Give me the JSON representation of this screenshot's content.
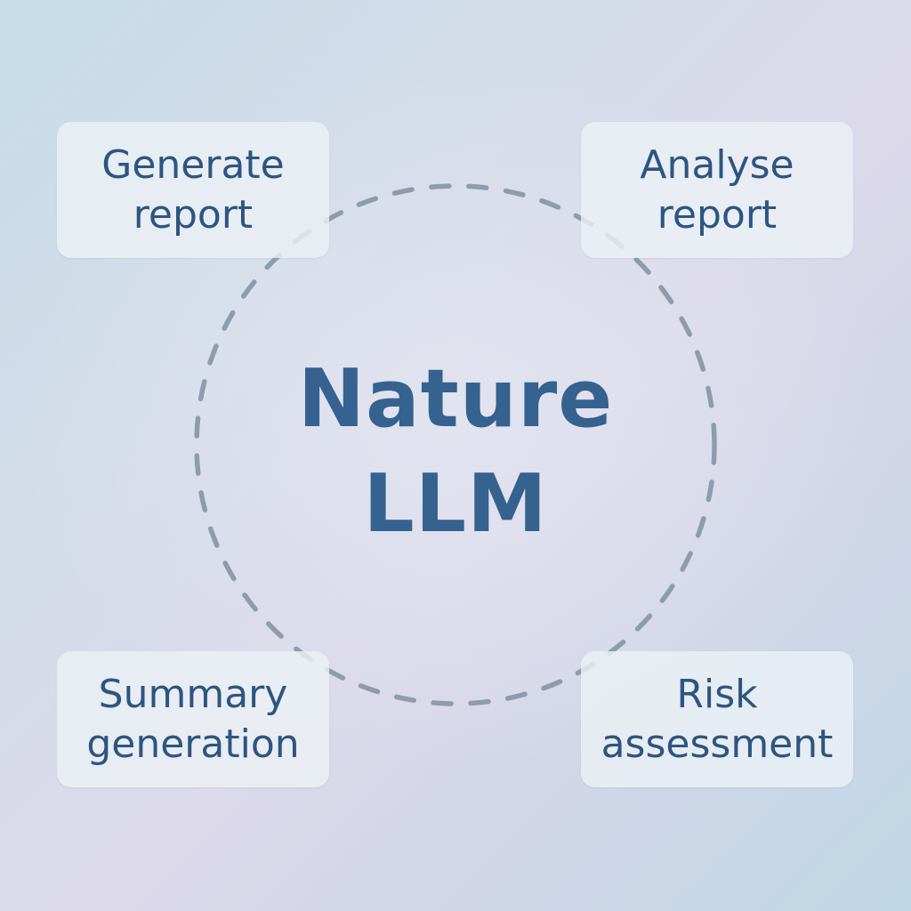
{
  "center": {
    "line1": "Nature",
    "line2": "LLM"
  },
  "cards": {
    "top_left": {
      "line1": "Generate",
      "line2": "report"
    },
    "top_right": {
      "line1": "Analyse",
      "line2": "report"
    },
    "bottom_left": {
      "line1": "Summary",
      "line2": "generation"
    },
    "bottom_right": {
      "line1": "Risk",
      "line2": "assessment"
    }
  },
  "colors": {
    "text": "#2d5580",
    "title": "#35628f",
    "ring": "#8d9cac",
    "card": "#ecf0f5"
  }
}
